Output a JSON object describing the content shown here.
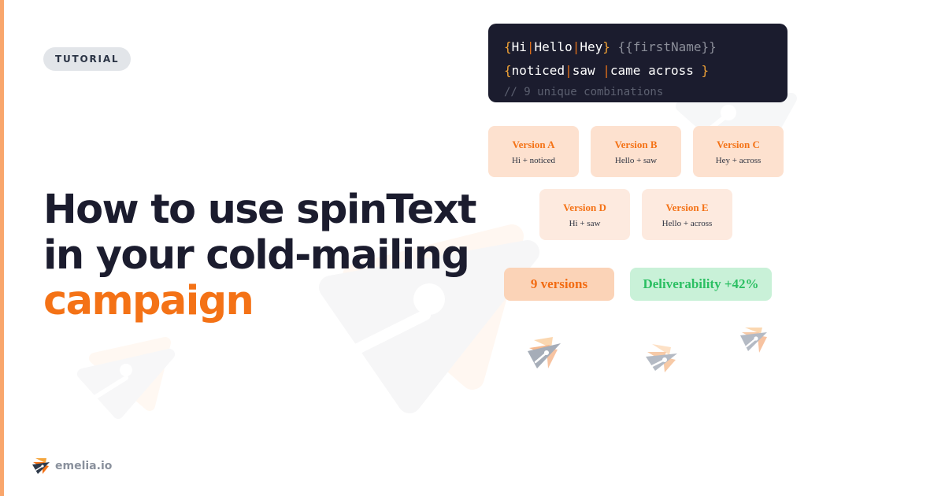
{
  "page": {
    "accent_color": "#f9a66c",
    "brand_orange": "#f47216",
    "dark_navy": "#1b1c2e"
  },
  "badge": {
    "label": "TUTORIAL"
  },
  "headline": {
    "line1": "How to use spinText",
    "line2": "in your cold-mailing",
    "line3": "campaign"
  },
  "code": {
    "line1": {
      "open": "{",
      "options": [
        "Hi",
        "Hello",
        "Hey"
      ],
      "close": "}",
      "variable": "{{firstName}}"
    },
    "line2": {
      "open": "{",
      "options": [
        "noticed",
        "saw",
        "came across"
      ],
      "close": "}"
    },
    "comment": "// 9 unique combinations"
  },
  "versions": [
    {
      "title": "Version A",
      "combo": "Hi + noticed"
    },
    {
      "title": "Version B",
      "combo": "Hello + saw"
    },
    {
      "title": "Version C",
      "combo": "Hey + across"
    },
    {
      "title": "Version D",
      "combo": "Hi + saw"
    },
    {
      "title": "Version E",
      "combo": "Hello + across"
    }
  ],
  "stats": {
    "versions_label": "9 versions",
    "deliverability_label": "Deliverability +42%"
  },
  "brand": {
    "name": "emelia.io",
    "icon": "paper-plane-logo-icon"
  }
}
